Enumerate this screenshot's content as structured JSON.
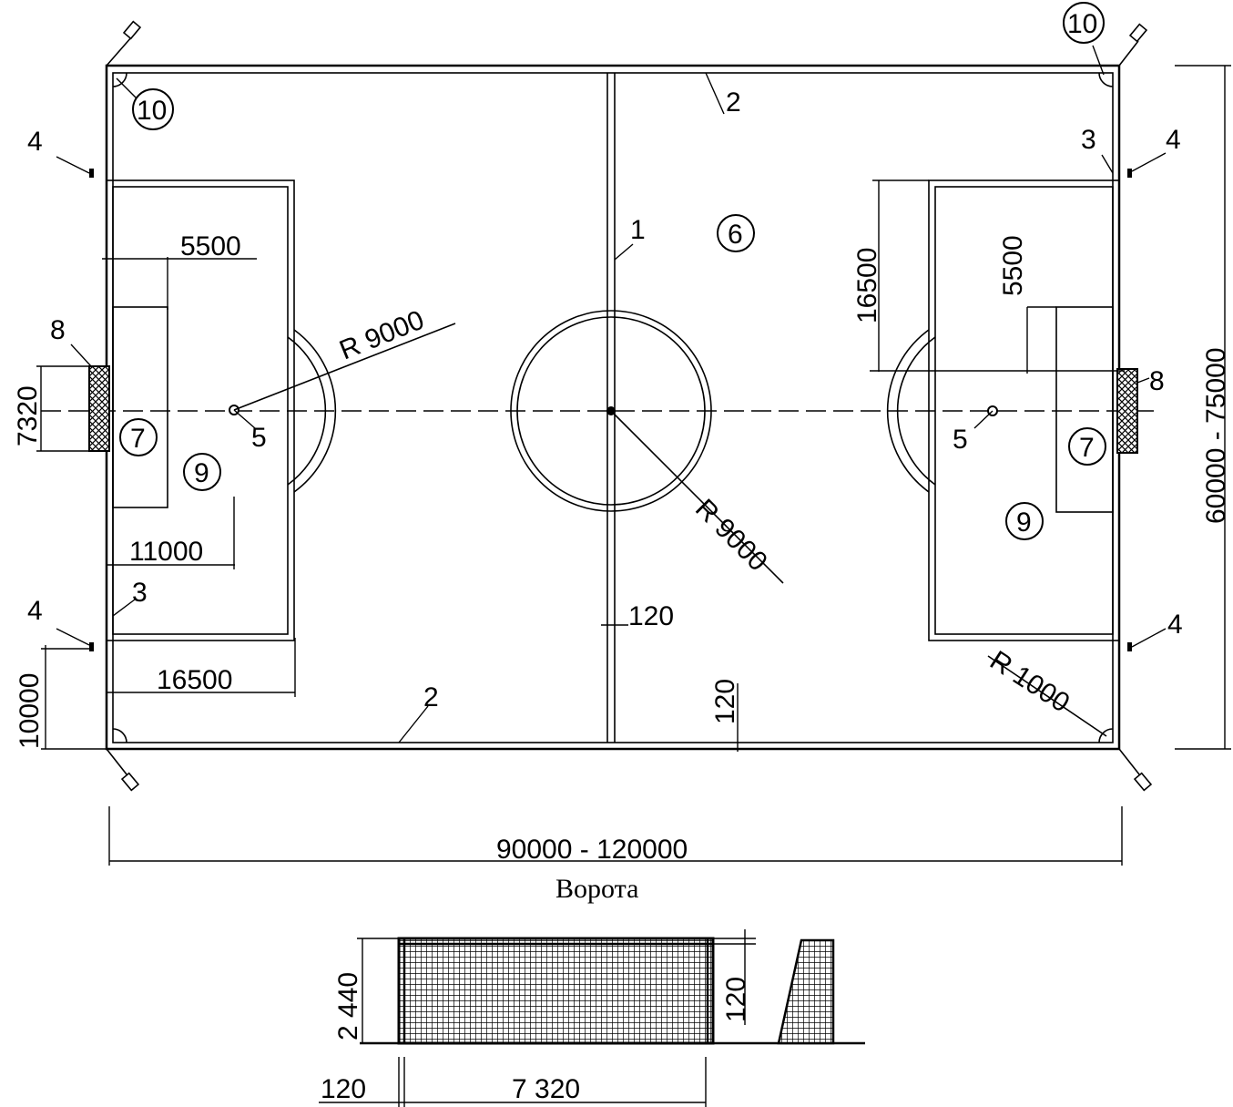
{
  "field": {
    "dimensions": {
      "length": "90000 - 120000",
      "width": "60000 - 75000",
      "penalty_area_depth": "16500",
      "penalty_area_width_right": "16500",
      "goal_area_depth_left": "5500",
      "goal_area_depth_right": "5500",
      "penalty_spot": "11000",
      "goal_width": "7320",
      "corner_to_mark": "10000",
      "penalty_arc_radius": "R 9000",
      "center_circle_radius": "R 9000",
      "corner_arc_radius": "R 1000",
      "line_width_center": "120",
      "line_width_bottom": "120"
    },
    "markers": {
      "m1": "1",
      "m2a": "2",
      "m2b": "2",
      "m3a": "3",
      "m3b": "3",
      "m4a": "4",
      "m4b": "4",
      "m4c": "4",
      "m4d": "4",
      "m5a": "5",
      "m5b": "5",
      "m6": "6",
      "m7a": "7",
      "m7b": "7",
      "m8a": "8",
      "m8b": "8",
      "m9a": "9",
      "m9b": "9",
      "m10a": "10",
      "m10b": "10"
    }
  },
  "goal_section": {
    "caption": "Ворота",
    "height": "2 440",
    "post_width_vertical": "120",
    "post_width_horizontal": "120",
    "width": "7 320"
  }
}
